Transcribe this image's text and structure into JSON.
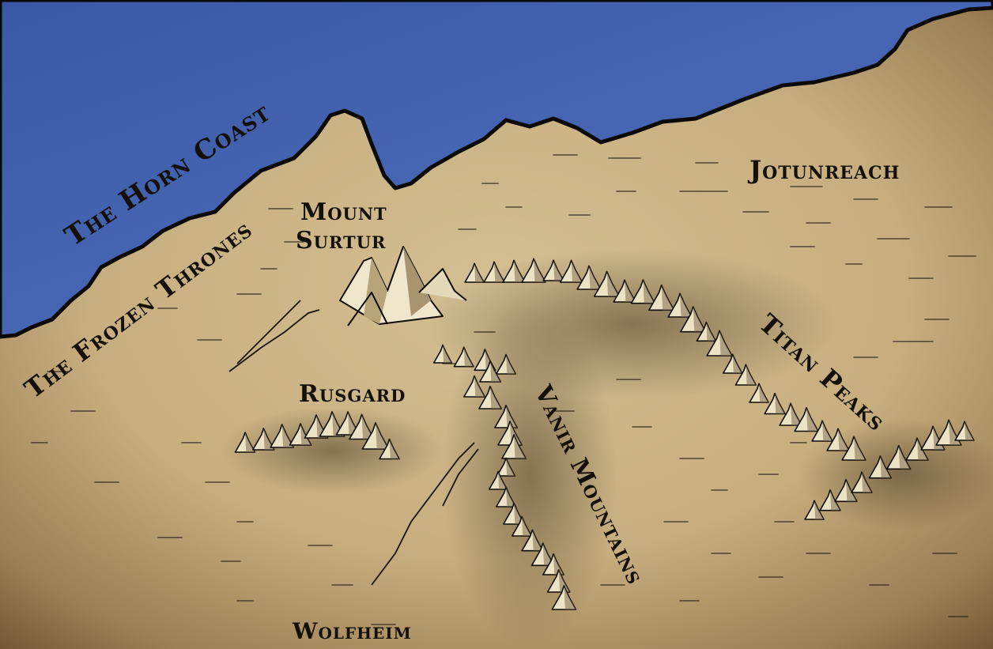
{
  "map": {
    "colors": {
      "sea": "#3f5fae",
      "parchment": "#cdb78b",
      "parchment_dark": "#6f5634",
      "ink": "#141008"
    },
    "labels": {
      "horn_coast": "The Horn Coast",
      "frozen_thrones": "The Frozen Thrones",
      "mount": "Mount",
      "surtur": "Surtur",
      "jotunreach": "Jotunreach",
      "rusgard": "Rusgard",
      "titan_peaks": "Titan Peaks",
      "vanir_mountains": "Vanir Mountains",
      "wolfheim": "Wolfheim"
    }
  }
}
